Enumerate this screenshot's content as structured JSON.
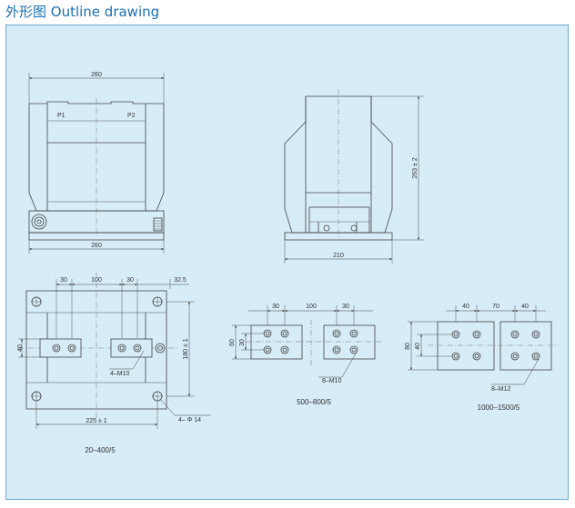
{
  "title": "外形图  Outline drawing",
  "front_view": {
    "dim_top_width": "260",
    "dim_bottom_width": "260",
    "label_p1": "P1",
    "label_p2": "P2"
  },
  "side_view": {
    "dim_height": "263 ± 2",
    "dim_width": "210"
  },
  "base_plan": {
    "dim_30_left": "30",
    "dim_100": "100",
    "dim_30_right": "30",
    "dim_32_5": "32.5",
    "dim_40": "40",
    "dim_180": "180 ± 1",
    "dim_225": "225 ± 1",
    "callout_m10": "4–M10",
    "callout_hole": "4– Φ 14",
    "caption": "20–400/5"
  },
  "terminal_500": {
    "dim_30_left": "30",
    "dim_100": "100",
    "dim_30_right": "30",
    "dim_60": "60",
    "dim_30_v": "30",
    "callout": "8–M10",
    "caption": "500–800/5"
  },
  "terminal_1000": {
    "dim_40_left": "40",
    "dim_70": "70",
    "dim_40_right": "40",
    "dim_80": "80",
    "dim_40_v": "40",
    "callout": "8–M12",
    "caption": "1000–1500/5"
  }
}
